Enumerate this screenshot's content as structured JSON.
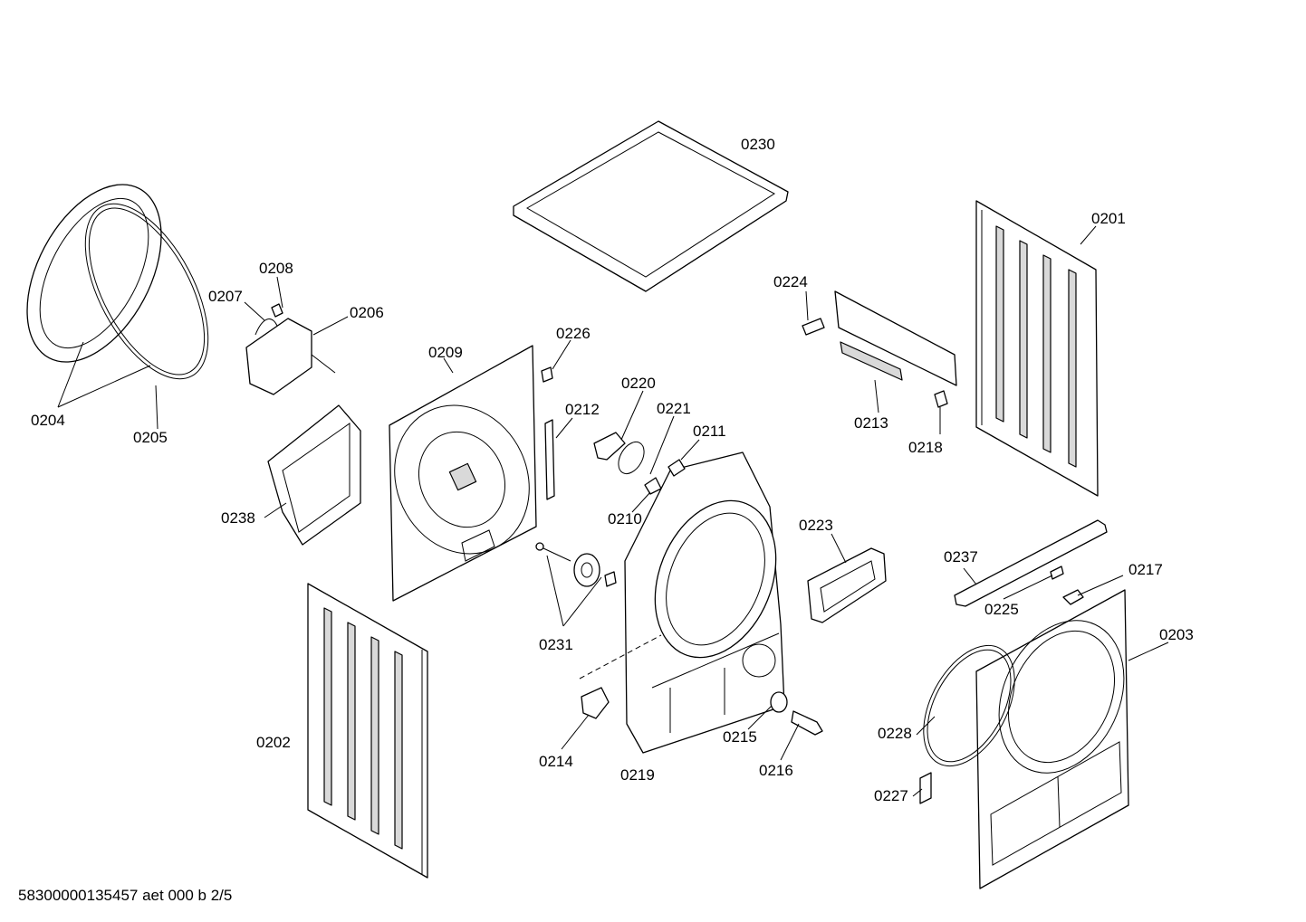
{
  "labels": {
    "p0201": "0201",
    "p0202": "0202",
    "p0203": "0203",
    "p0204": "0204",
    "p0205": "0205",
    "p0206": "0206",
    "p0207": "0207",
    "p0208": "0208",
    "p0209": "0209",
    "p0210": "0210",
    "p0211": "0211",
    "p0212": "0212",
    "p0213": "0213",
    "p0214": "0214",
    "p0215": "0215",
    "p0216": "0216",
    "p0217": "0217",
    "p0218": "0218",
    "p0219": "0219",
    "p0220": "0220",
    "p0221": "0221",
    "p0223": "0223",
    "p0224": "0224",
    "p0225": "0225",
    "p0226": "0226",
    "p0227": "0227",
    "p0228": "0228",
    "p0230": "0230",
    "p0231": "0231",
    "p0237": "0237",
    "p0238": "0238"
  },
  "footer": "58300000135457 aet 000 b 2/5"
}
